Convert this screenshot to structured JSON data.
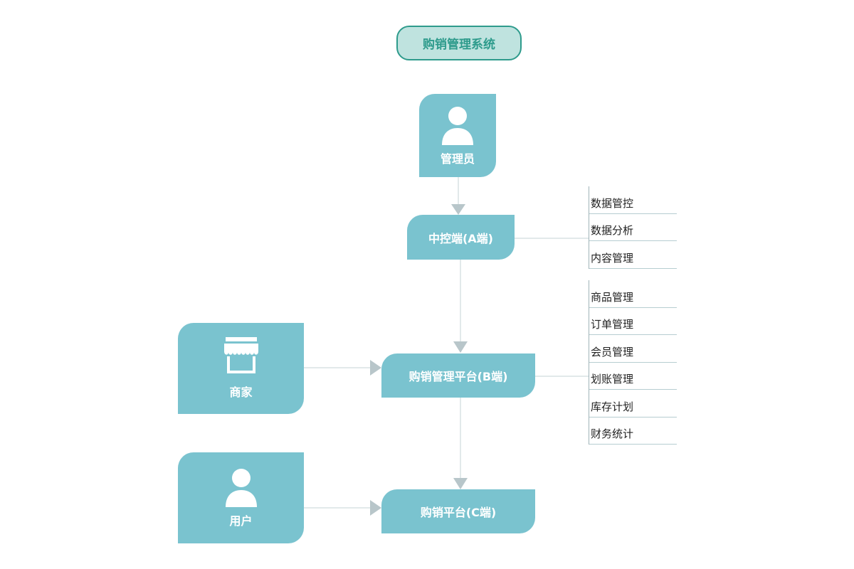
{
  "title": "购销管理系统",
  "nodes": {
    "admin": {
      "label": "管理员",
      "icon": "person-icon"
    },
    "merchant": {
      "label": "商家",
      "icon": "storefront-icon"
    },
    "user": {
      "label": "用户",
      "icon": "person-icon"
    },
    "a_end": {
      "label": "中控端(A端)"
    },
    "b_end": {
      "label": "购销管理平台(B端)"
    },
    "c_end": {
      "label": "购销平台(C端)"
    }
  },
  "a_features": [
    "数据管控",
    "数据分析",
    "内容管理"
  ],
  "b_features": [
    "商品管理",
    "订单管理",
    "会员管理",
    "划账管理",
    "库存计划",
    "财务统计"
  ],
  "colors": {
    "node_fill": "#7ac3cf",
    "title_border": "#2e9b8c",
    "title_fill": "#bfe3df",
    "arrow": "#b8c6ca",
    "line": "#c5d3d6"
  }
}
